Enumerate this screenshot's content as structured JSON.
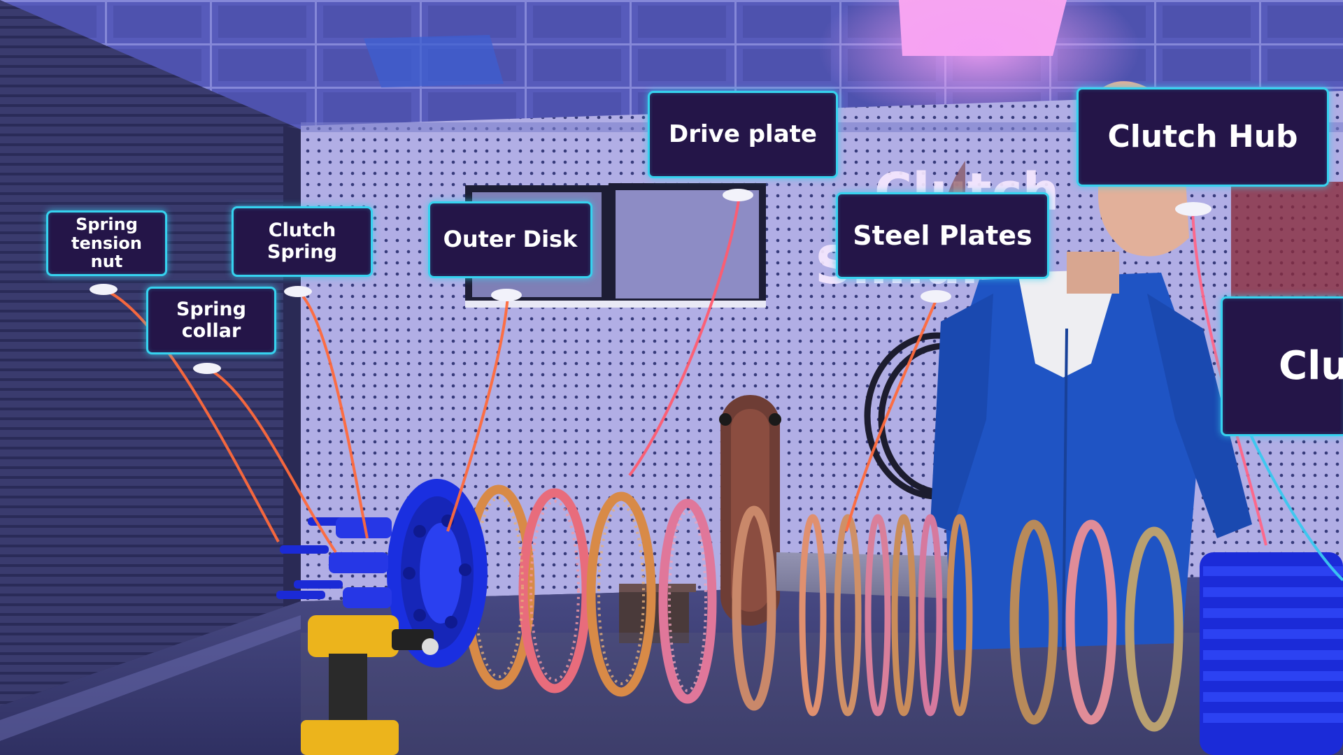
{
  "labels": {
    "spring_tension_nut": "Spring tension nut",
    "clutch_spring": "Clutch Spring",
    "spring_collar": "Spring collar",
    "outer_disk": "Outer Disk",
    "drive_plate": "Drive plate",
    "steel_plates": "Steel Plates",
    "clutch_hub": "Clutch Hub",
    "partial_right": "Clu"
  },
  "wall_sign": {
    "line1": "Clutch",
    "line2": "Simula"
  },
  "colors": {
    "label_bg": "#241548",
    "label_border": "#36d2ef",
    "leader_line": "#ff6a3c",
    "pegboard": "#b4b2e6",
    "ceiling": "#5b5fbf",
    "floor": "#3c3d72",
    "shutter": "#393a6c",
    "jacket": "#1f54c4",
    "ring_orange": "#d88a47",
    "ring_pink": "#e86c7c",
    "blue_part": "#1a2fe0",
    "drill_yellow": "#ecb41c"
  }
}
